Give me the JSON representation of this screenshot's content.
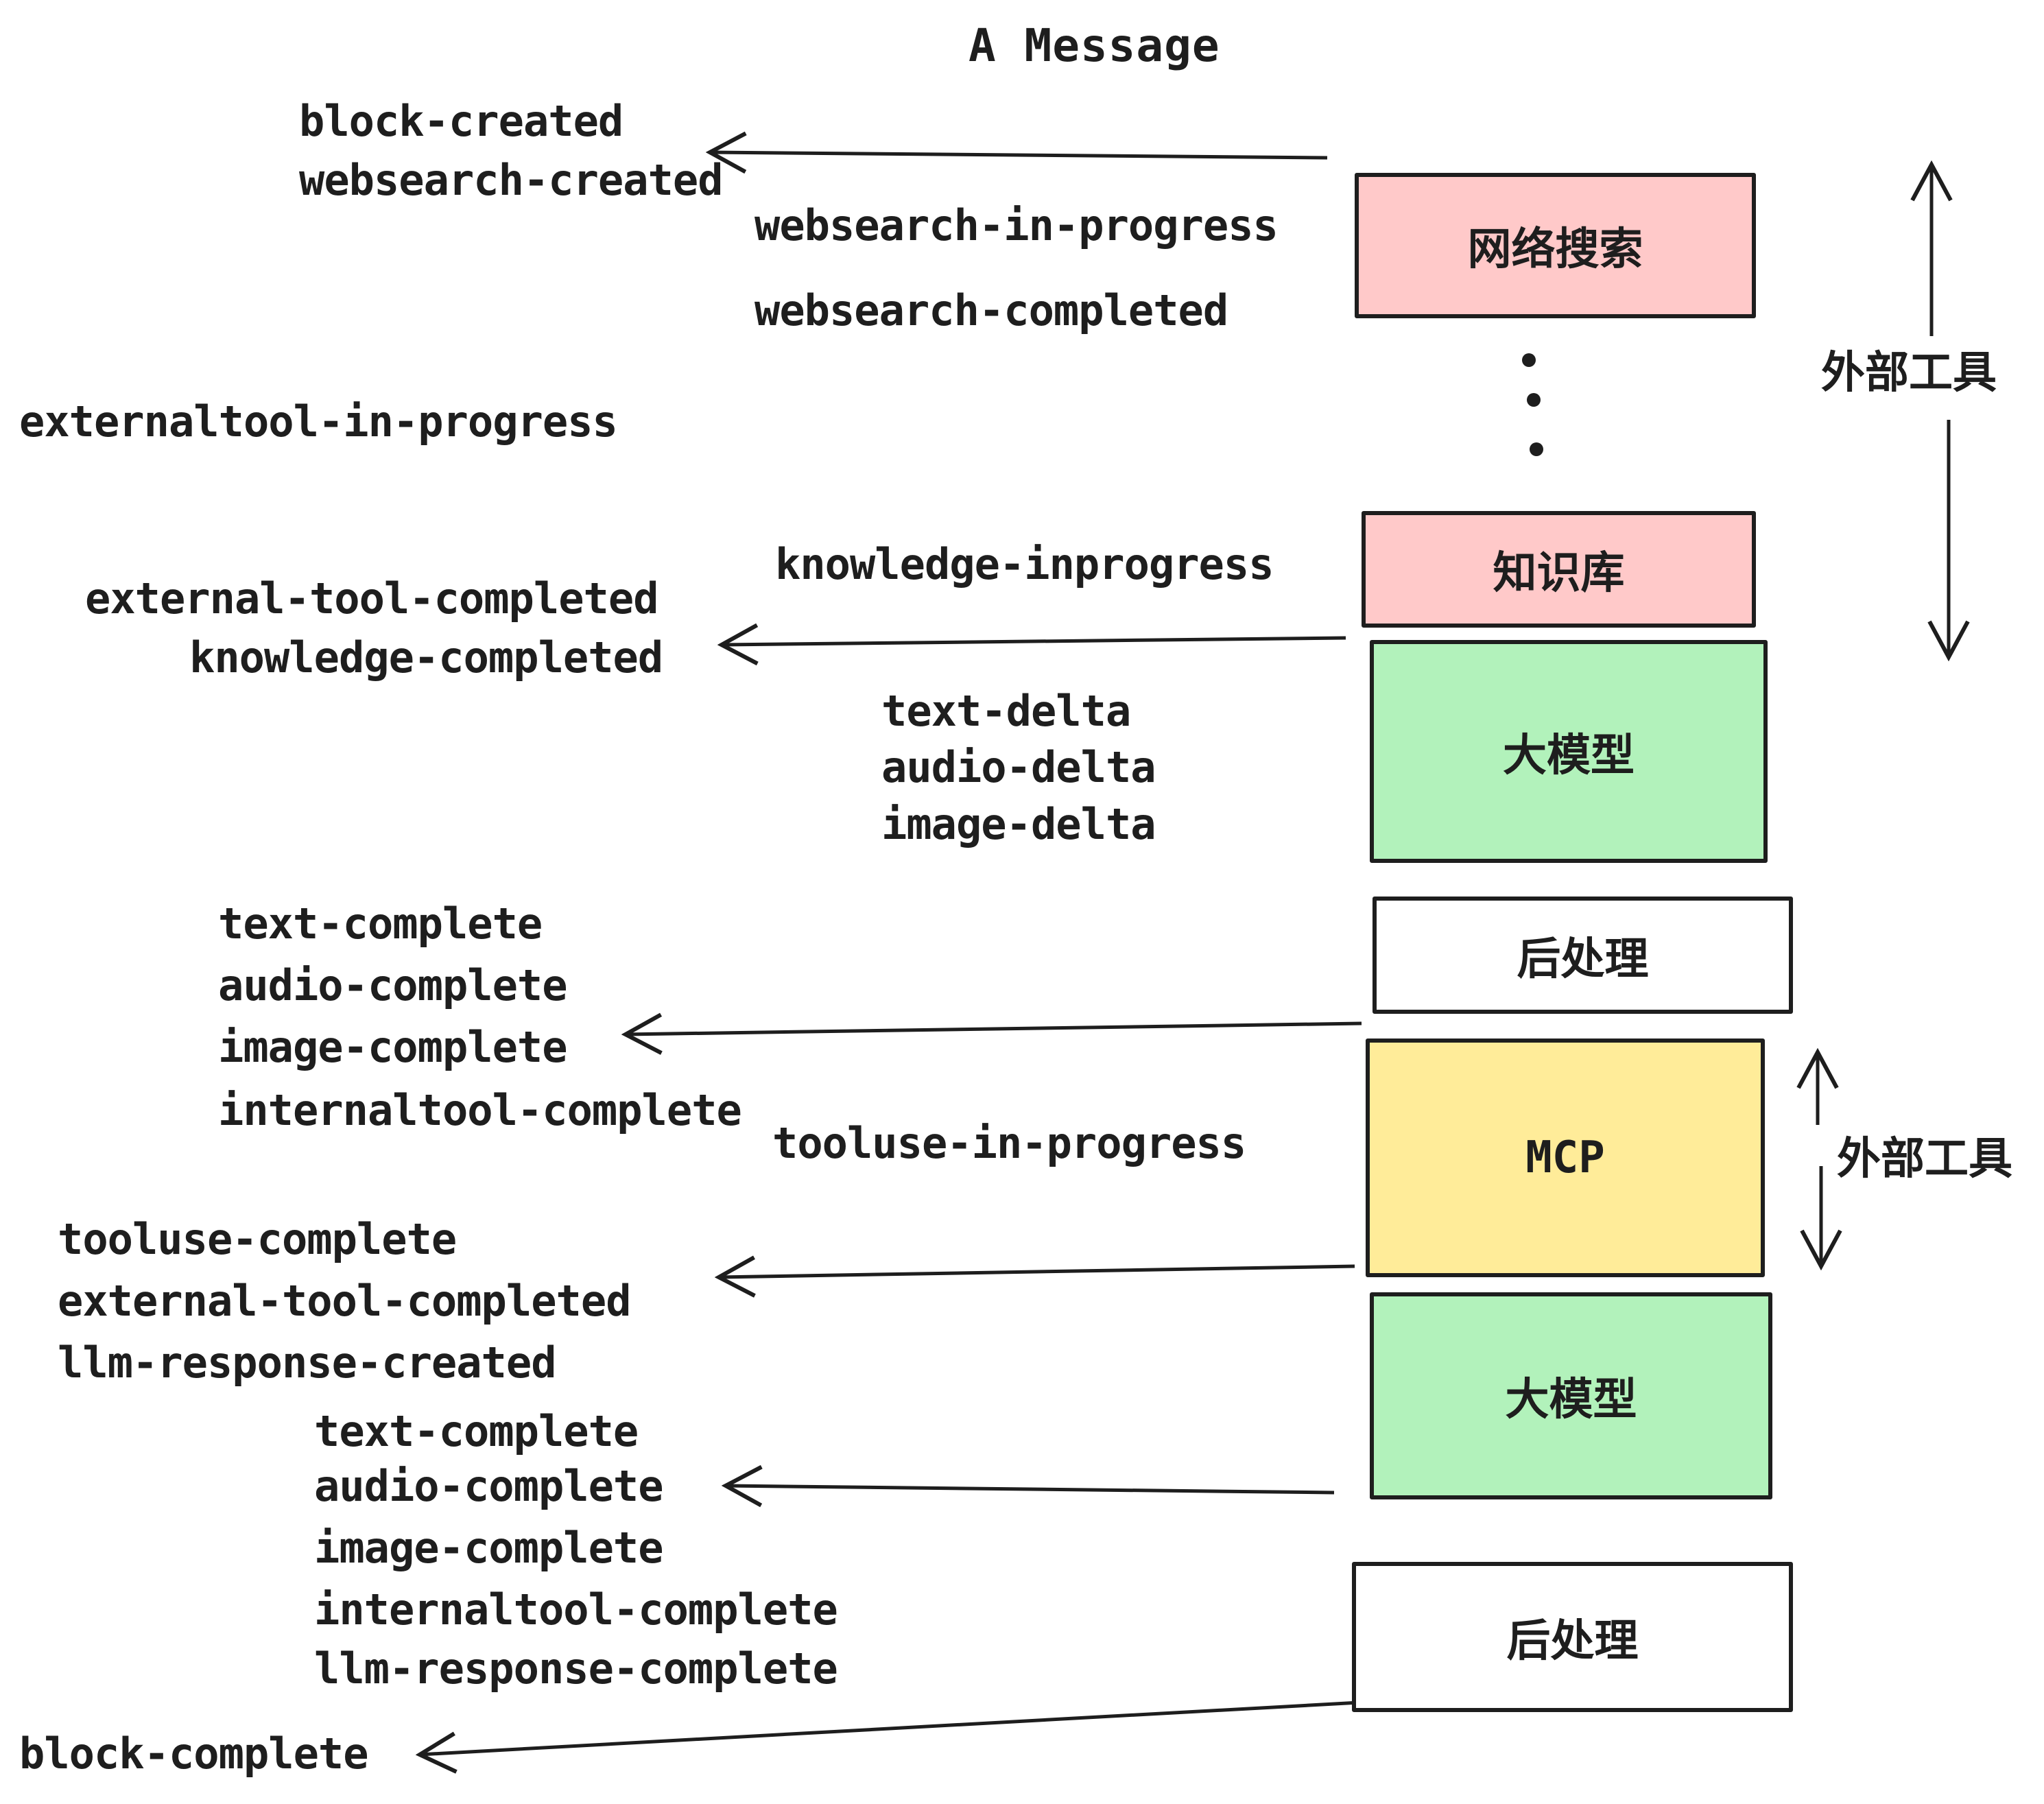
{
  "title": "A Message",
  "colors": {
    "stroke": "#1e1e1e",
    "pink": "#ffc9c9",
    "green": "#b2f2bb",
    "yellow": "#ffec99",
    "white": "#ffffff"
  },
  "boxes": [
    {
      "id": "websearch",
      "label": "网络搜索",
      "color": "pink"
    },
    {
      "id": "knowledge",
      "label": "知识库",
      "color": "pink"
    },
    {
      "id": "llm1",
      "label": "大模型",
      "color": "green"
    },
    {
      "id": "postprocess1",
      "label": "后处理",
      "color": "white"
    },
    {
      "id": "mcp",
      "label": "MCP",
      "color": "yellow"
    },
    {
      "id": "llm2",
      "label": "大模型",
      "color": "green"
    },
    {
      "id": "postprocess2",
      "label": "后处理",
      "color": "white"
    }
  ],
  "annotations": {
    "external_tools_1": "外部工具",
    "external_tools_2": "外部工具"
  },
  "icons": {
    "ellipsis": "vertical-dots",
    "arrows": "left-pointing and double vertical arrows"
  },
  "events": {
    "block_created": "block-created",
    "websearch_created": "websearch-created",
    "websearch_in_progress": "websearch-in-progress",
    "websearch_completed": "websearch-completed",
    "externaltool_in_progress": "externaltool-in-progress",
    "knowledge_inprogress": "knowledge-inprogress",
    "external_tool_completed_1": "external-tool-completed",
    "knowledge_completed": "knowledge-completed",
    "text_delta_1": "text-delta",
    "audio_delta_1": "audio-delta",
    "image_delta_1": "image-delta",
    "text_complete_1": "text-complete",
    "audio_complete_1": "audio-complete",
    "image_complete_1": "image-complete",
    "internaltool_complete_1": "internaltool-complete",
    "tooluse_in_progress": "tooluse-in-progress",
    "tooluse_complete": "tooluse-complete",
    "external_tool_completed_2": "external-tool-completed",
    "llm_response_created": "llm-response-created",
    "text_complete_2": "text-complete",
    "audio_complete_2": "audio-complete",
    "image_complete_2": "image-complete",
    "internaltool_complete_2": "internaltool-complete",
    "llm_response_complete": "llm-response-complete",
    "block_complete": "block-complete"
  }
}
